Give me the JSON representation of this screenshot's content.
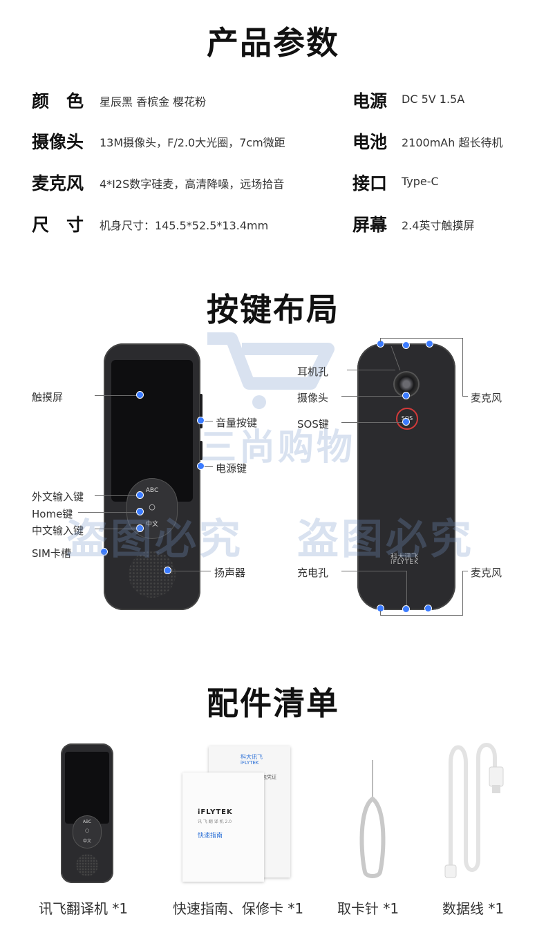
{
  "sections": {
    "specs_title": "产品参数",
    "layout_title": "按键布局",
    "accessories_title": "配件清单"
  },
  "specs": {
    "color_label": "颜　色",
    "color_value": "星辰黑 香槟金 樱花粉",
    "camera_label": "摄像头",
    "camera_value": "13M摄像头，F/2.0大光圈，7cm微距",
    "mic_label": "麦克风",
    "mic_value": "4*I2S数字硅麦，高清降噪，远场拾音",
    "size_label": "尺　寸",
    "size_value": "机身尺寸：145.5*52.5*13.4mm",
    "power_label": "电源",
    "power_value": "DC 5V 1.5A",
    "battery_label": "电池",
    "battery_value": "2100mAh 超长待机",
    "port_label": "接口",
    "port_value": "Type-C",
    "screen_label": "屏幕",
    "screen_value": "2.4英寸触摸屏"
  },
  "front_device": {
    "abc_key": "ABC",
    "home_key_symbol": "○",
    "chinese_key": "中文"
  },
  "front_callouts": {
    "touchscreen": "触摸屏",
    "volume": "音量按键",
    "power_key": "电源键",
    "foreign_input": "外文输入键",
    "home": "Home键",
    "chinese_input": "中文输入键",
    "sim": "SIM卡槽",
    "speaker": "扬声器"
  },
  "back_device": {
    "sos_key": "SOS",
    "brand_cn": "科大讯飞",
    "brand_en": "iFLYTEK"
  },
  "back_callouts": {
    "earphone": "耳机孔",
    "camera": "摄像头",
    "sos": "SOS键",
    "charge": "充电孔",
    "mic_top": "麦克风",
    "mic_bottom": "麦克风"
  },
  "watermarks": {
    "line1": "三尚购物",
    "line2a": "盗图必究",
    "line2b": "盗图必究"
  },
  "accessories": {
    "translator": "讯飞翻译机 *1",
    "guide": "快速指南、保修卡 *1",
    "pin": "取卡针 *1",
    "cable": "数据线 *1",
    "guide_card_brand": "iFLYTEK",
    "guide_card_sub": "讯 飞 翻 译 机 2.0",
    "guide_card_title": "快速指南",
    "warranty_brand_cn": "科大讯飞",
    "warranty_brand_en": "iFLYTEK",
    "warranty_title": "讯飞翻译机2.0三包凭证",
    "mini_abc": "ABC",
    "mini_home": "○",
    "mini_cn": "中文"
  },
  "colors": {
    "device_body": "#2b2b2e",
    "accent_dot": "#3b7bff",
    "sos_ring": "#d23a3a",
    "guide_blue": "#2a6fd6"
  }
}
